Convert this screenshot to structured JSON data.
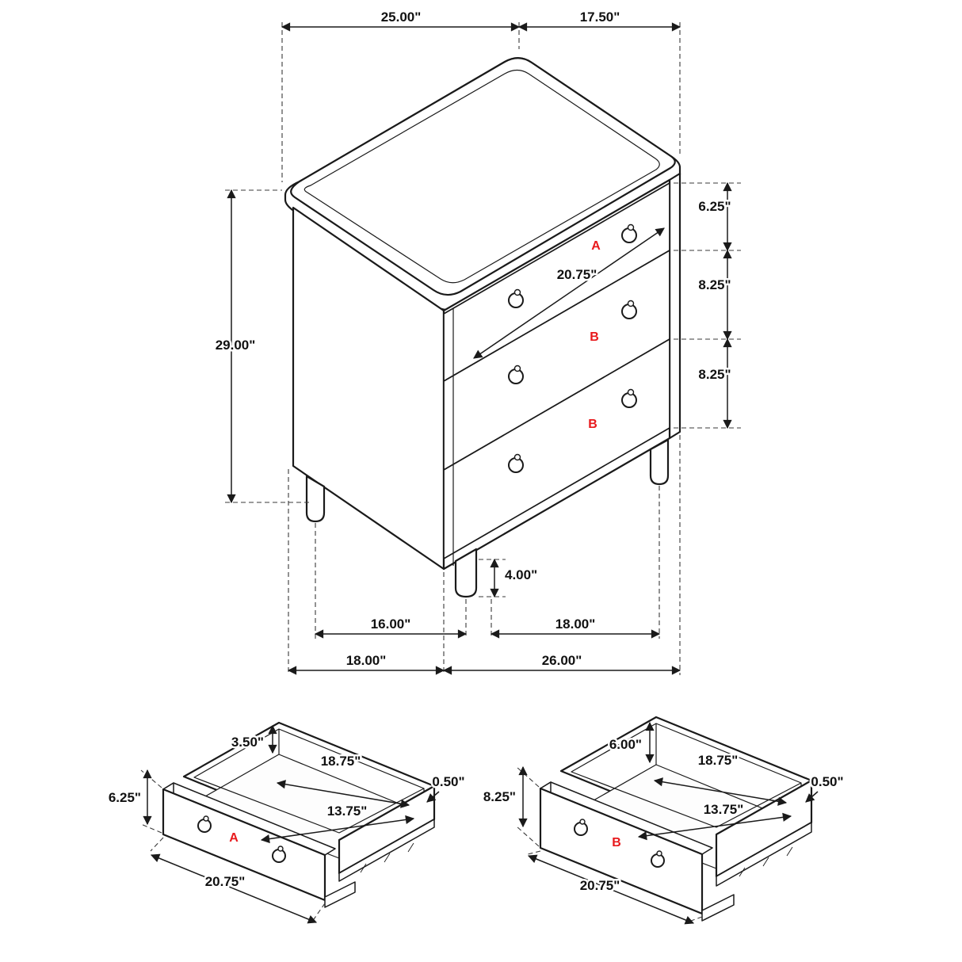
{
  "colors": {
    "line": "#1a1a1a",
    "label": "#e8191c",
    "background": "#ffffff"
  },
  "main_view": {
    "top_width": "25.00\"",
    "top_depth": "17.50\"",
    "drawer_a_height": "6.25\"",
    "drawer_b_upper_height": "8.25\"",
    "drawer_b_lower_height": "8.25\"",
    "overall_height": "29.00\"",
    "drawer_front_width": "20.75\"",
    "leg_height": "4.00\"",
    "leg_spacing_side": "16.00\"",
    "leg_spacing_front": "18.00\"",
    "base_depth": "18.00\"",
    "base_width": "26.00\"",
    "drawer_a_label": "A",
    "drawer_b_upper_label": "B",
    "drawer_b_lower_label": "B"
  },
  "drawer_a_detail": {
    "label": "A",
    "inner_height": "3.50\"",
    "inner_width": "18.75\"",
    "side_thickness": "0.50\"",
    "inner_depth": "13.75\"",
    "front_height": "6.25\"",
    "front_width": "20.75\""
  },
  "drawer_b_detail": {
    "label": "B",
    "inner_height": "6.00\"",
    "inner_width": "18.75\"",
    "side_thickness": "0.50\"",
    "inner_depth": "13.75\"",
    "front_height": "8.25\"",
    "front_width": "20.75\""
  }
}
